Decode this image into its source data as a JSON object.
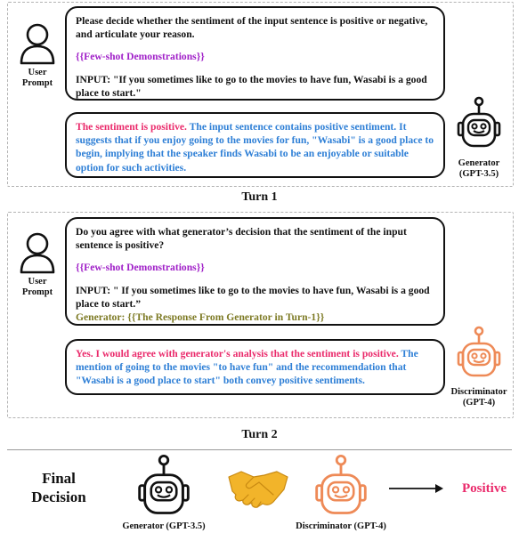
{
  "user": {
    "label": "User\nPrompt"
  },
  "turn1": {
    "prompt_line1": "Please decide whether the sentiment of the input sentence is positive or negative, and articulate your reason.",
    "few_shot": "{{Few-shot Demonstrations}}",
    "input": "INPUT: \"If you sometimes like to go to the movies to have fun, Wasabi is a good place to start.\"",
    "response_highlight": "The sentiment is positive.",
    "response_rest": " The input sentence contains positive sentiment. It suggests that if you enjoy going to the movies for fun, \"Wasabi\" is a good place to begin, implying that the speaker finds Wasabi to be an enjoyable or suitable option for such activities.",
    "agent_label": "Generator\n(GPT-3.5)",
    "caption": "Turn 1"
  },
  "turn2": {
    "prompt_line1": "Do you agree with what generator’s decision that the sentiment of the input sentence is positive?",
    "few_shot": "{{Few-shot Demonstrations}}",
    "input": "INPUT: \" If you sometimes like to go to the movies to have fun, Wasabi is a good place to start.”",
    "generator_ref": "Generator: {{The Response From Generator in Turn-1}}",
    "response_highlight": "Yes. I would agree with generator's analysis that the sentiment is positive.",
    "response_rest": " The mention of going to the movies \"to have fun\" and the recommendation that \"Wasabi is a good place to start\" both convey positive sentiments.",
    "agent_label": "Discriminator\n(GPT-4)",
    "caption": "Turn 2"
  },
  "final": {
    "title": "Final\nDecision",
    "generator_label": "Generator (GPT-3.5)",
    "discriminator_label": "Discriminator (GPT-4)",
    "result": "Positive"
  },
  "colors": {
    "pink": "#ea2a6b",
    "blue": "#2e7fd6",
    "purple": "#a020c8",
    "olive": "#7d7a24",
    "discriminator": "#ee8a57",
    "handshake": "#f2b42a"
  }
}
